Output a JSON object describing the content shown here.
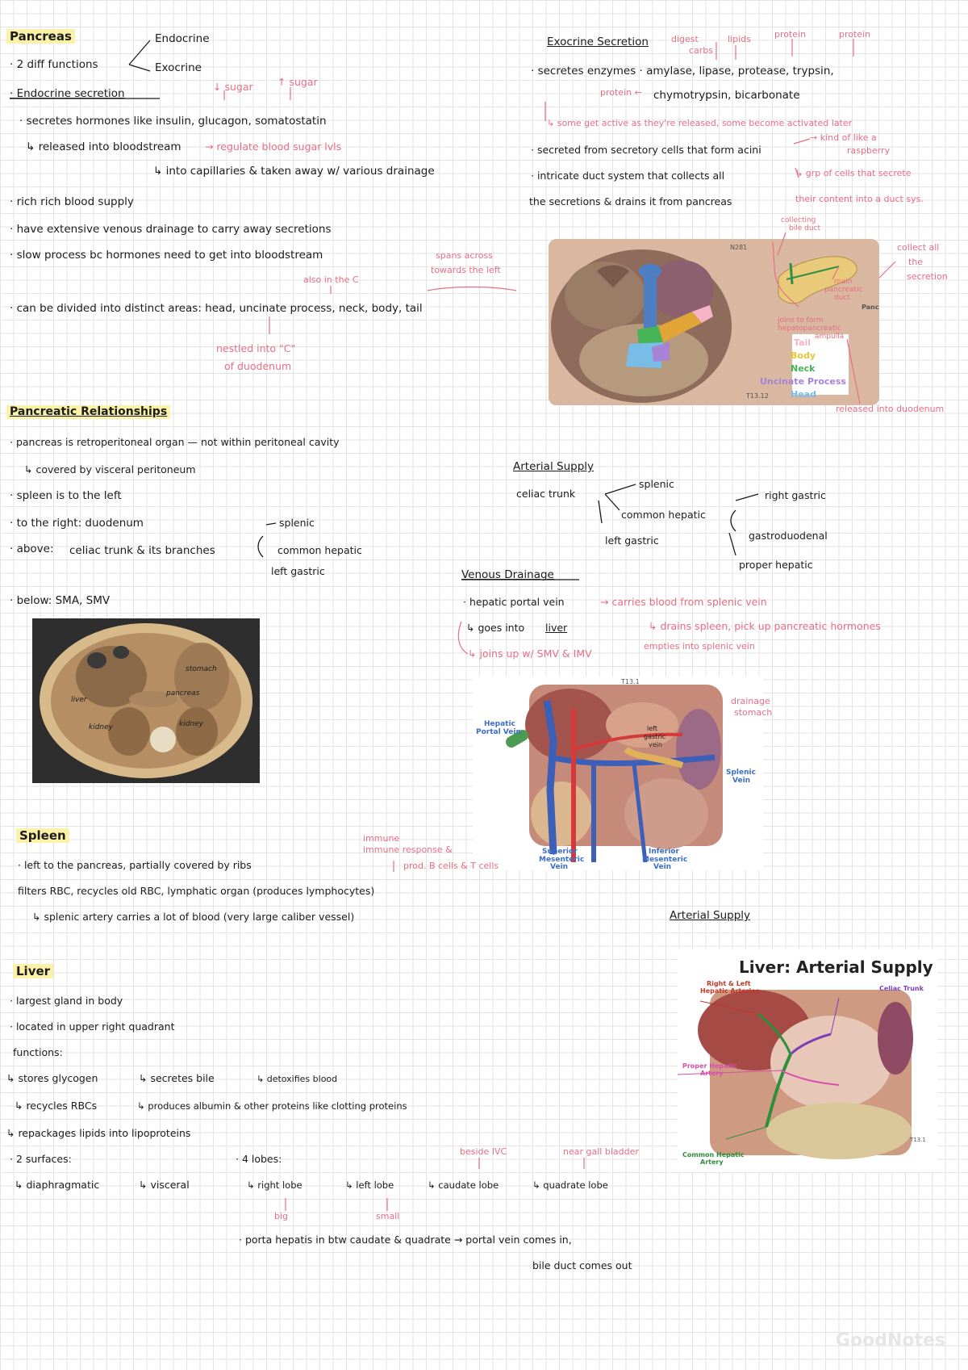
{
  "pancreas": {
    "title": "Pancreas",
    "line_functions": "· 2 diff functions",
    "endocrine": "Endocrine",
    "exocrine": "Exocrine",
    "endo_heading": "· Endocrine secretion",
    "note_sugar_down": "↓ sugar",
    "note_sugar_up": "↑ sugar",
    "secretes": "· secretes hormones like insulin, glucagon, somatostatin",
    "released": "↳ released into bloodstream",
    "regulate": "→ regulate blood sugar lvls",
    "capillaries": "↳ into capillaries & taken away w/ various drainage",
    "rich_blood": "· rich rich blood supply",
    "venous": "· have extensive venous drainage to carry away secretions",
    "slow": "· slow process bc hormones need to get into bloodstream",
    "note_spans": "spans across",
    "note_towards": "towards the left",
    "note_also_c": "also in the C",
    "divided": "· can be divided into distinct areas: head, uncinate process, neck, body, tail",
    "nestled_1": "nestled into \"C\"",
    "nestled_2": "of duodenum"
  },
  "exocrine": {
    "heading": "Exocrine Secretion",
    "note_digest": "digest",
    "note_carbs": "carbs",
    "note_lipids": "lipids",
    "note_protein1": "protein",
    "note_protein2": "protein",
    "secretes": "· secretes enzymes · amylase, lipase, protease, trypsin,",
    "note_protein3": "protein ←",
    "chymo": "chymotrypsin, bicarbonate",
    "active": "↳ some get active as they're released, some become activated later",
    "secreted_from": "· secreted from secretory cells that form acini",
    "note_kind": "→ kind of like a",
    "note_raspberry": "raspberry",
    "intricate": "· intricate duct system that collects all",
    "note_grp": "↳ grp of cells that secrete",
    "secretions_drain": "the secretions & drains it from pancreas",
    "note_content": "their content into a duct sys."
  },
  "figure_pancreas": {
    "tag_top": "N281",
    "tag_bottom": "T13.12",
    "legend_title": "Pancreas",
    "legend": [
      {
        "label": "Tail",
        "color": "#f6b3c8"
      },
      {
        "label": "Body",
        "color": "#e9c436"
      },
      {
        "label": "Neck",
        "color": "#45b457"
      },
      {
        "label": "Uncinate Process",
        "color": "#a783d6"
      },
      {
        "label": "Head",
        "color": "#78bde8"
      }
    ],
    "note_collecting": "collecting",
    "note_duct": "bile duct",
    "note_main_1": "main",
    "note_main_2": "pancreatic",
    "note_main_3": "duct",
    "note_joins_1": "joins to form",
    "note_joins_2": "hepatopancreatic",
    "note_joins_3": "ampulla",
    "note_collect_1": "collect all",
    "note_collect_2": "the",
    "note_collect_3": "secretion",
    "note_released": "released into duodenum"
  },
  "relationships": {
    "title": "Pancreatic Relationships",
    "retro": "· pancreas is retroperitoneal organ — not within peritoneal cavity",
    "covered": "↳ covered by visceral peritoneum",
    "spleen_left": "· spleen is to the left",
    "right": "· to the right: duodenum",
    "above_lbl": "· above:",
    "above_rest": "celiac trunk & its branches",
    "branch_splenic": "splenic",
    "branch_common": "common hepatic",
    "branch_left": "left gastric",
    "below": "· below: SMA, SMV"
  },
  "ct_figure": {
    "labels": [
      "stomach",
      "liver",
      "pancreas",
      "kidney",
      "kidney"
    ]
  },
  "arterial_supply": {
    "heading": "Arterial Supply",
    "celiac": "celiac trunk",
    "splenic": "splenic",
    "common_hepatic": "common hepatic",
    "left_gastric": "left gastric",
    "right_gastric": "right gastric",
    "gastroduodenal": "gastroduodenal",
    "proper_hepatic": "proper hepatic"
  },
  "venous": {
    "heading": "Venous Drainage",
    "hepatic_portal": "· hepatic portal vein",
    "carries": "→ carries blood from splenic vein",
    "into_liver_pre": "↳ goes into",
    "into_liver_word": "liver",
    "drains": "↳ drains spleen, pick up pancreatic hormones",
    "joins": "↳ joins up w/ SMV & IMV",
    "empties": "empties into splenic vein"
  },
  "venous_figure": {
    "tag": "T13.1",
    "label_hpv_1": "Hepatic",
    "label_hpv_2": "Portal Vein",
    "label_splenic_1": "Splenic",
    "label_splenic_2": "Vein",
    "label_smv_1": "Superior",
    "label_smv_2": "Mesenteric",
    "label_smv_3": "Vein",
    "label_imv_1": "Inferior",
    "label_imv_2": "Mesenteric",
    "label_imv_3": "Vein",
    "label_left_1": "left",
    "label_left_2": "gastric",
    "label_left_3": "vein",
    "note_drainage_1": "drainage",
    "note_drainage_2": "stomach"
  },
  "spleen": {
    "title": "Spleen",
    "note_immune_1": "immune",
    "note_immune_2": "immune response &",
    "note_immune_3": "prod. B cells & T cells",
    "left": "· left to the pancreas, partially covered by ribs",
    "filters": "filters RBC, recycles old RBC, lymphatic organ (produces lymphocytes)",
    "artery": "↳ splenic artery carries a lot of blood (very large caliber vessel)"
  },
  "liver": {
    "title": "Liver",
    "largest": "· largest gland in body",
    "located": "· located in upper right quadrant",
    "functions": "functions:",
    "f1": "↳ stores glycogen",
    "f2": "↳ secretes bile",
    "f3": "↳ detoxifies blood",
    "f4": "↳ recycles RBCs",
    "f5": "↳ produces albumin & other proteins like clotting proteins",
    "f6": "↳ repackages lipids into lipoproteins",
    "surfaces": "· 2 surfaces:",
    "s1": "↳ diaphragmatic",
    "s2": "↳ visceral",
    "lobes": "· 4 lobes:",
    "lobe1": "↳ right lobe",
    "lobe2": "↳ left lobe",
    "lobe3": "↳ caudate lobe",
    "lobe4": "↳ quadrate lobe",
    "note_beside": "beside IVC",
    "note_near": "near gall bladder",
    "note_big": "big",
    "note_small": "small",
    "porta": "· porta hepatis in btw caudate & quadrate → portal vein comes in,",
    "bile": "bile duct comes out"
  },
  "liver_arterial": {
    "heading": "Arterial Supply",
    "fig_title": "Liver: Arterial Supply",
    "label_rl_1": "Right & Left",
    "label_rl_2": "Hepatic Arteries",
    "label_celiac": "Celiac Trunk",
    "label_proper_1": "Proper Hepatic",
    "label_proper_2": "Artery",
    "label_common_1": "Common Hepatic",
    "label_common_2": "Artery",
    "tag": "T13.1"
  },
  "watermark": "GoodNotes",
  "colors": {
    "ink": "#1c1c1c",
    "pink": "#e56f86",
    "highlight": "#fbf1a8"
  }
}
